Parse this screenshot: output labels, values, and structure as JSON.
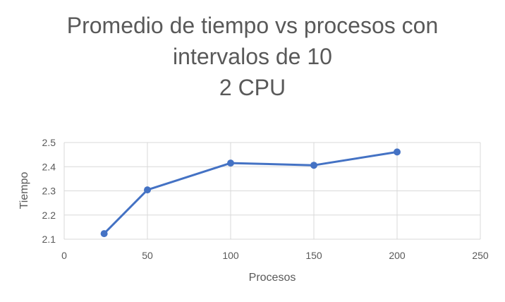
{
  "chart_data": {
    "type": "scatter",
    "title_lines": [
      "Promedio de tiempo vs procesos con",
      "intervalos de 10",
      "2 CPU"
    ],
    "xlabel": "Procesos",
    "ylabel": "Tiempo",
    "xlim": [
      0,
      250
    ],
    "ylim": [
      2.1,
      2.5
    ],
    "x_ticks": [
      0,
      50,
      100,
      150,
      200,
      250
    ],
    "y_ticks": [
      2.1,
      2.2,
      2.3,
      2.4,
      2.5
    ],
    "x_tick_labels": [
      "0",
      "50",
      "100",
      "150",
      "200",
      "250"
    ],
    "y_tick_labels": [
      "2.1",
      "2.2",
      "2.3",
      "2.4",
      "2.5"
    ],
    "grid": true,
    "lines_connecting_points": true,
    "series": [
      {
        "x": [
          24,
          50,
          100,
          150,
          200
        ],
        "y": [
          2.123,
          2.304,
          2.415,
          2.406,
          2.461
        ]
      }
    ],
    "colors": {
      "series": "#4472C4",
      "grid": "#d9d9d9",
      "text": "#595959"
    }
  }
}
